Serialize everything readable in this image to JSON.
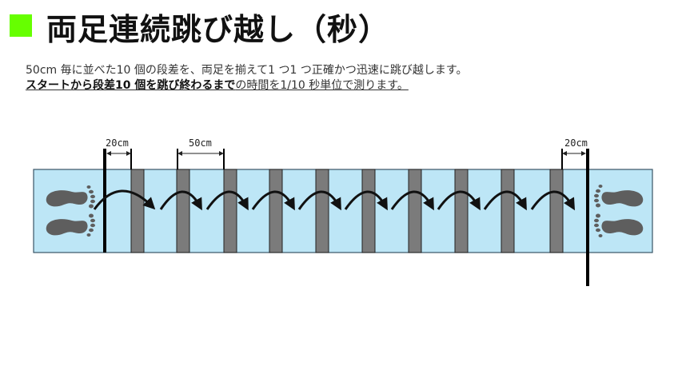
{
  "title": {
    "marker_color": "#66ff00",
    "text": "両足連続跳び越し（秒）"
  },
  "description": {
    "line1": "50cm 毎に並べた10 個の段差を、両足を揃えて1 つ1 つ正確かつ迅速に跳び越します。",
    "line2_bold": "スタートから段差10 個を跳び終わるまで",
    "line2_rest": "の時間を1/10 秒単位で測ります。"
  },
  "diagram": {
    "mat_color": "#bde6f6",
    "step_color": "#7b7b7b",
    "step_count": 10,
    "labels": {
      "start_gap": "20cm",
      "step_gap": "50cm",
      "end_gap": "20cm"
    },
    "icons": [
      "footprints-start-icon",
      "jump-arrow-icon",
      "footprints-end-icon"
    ]
  }
}
